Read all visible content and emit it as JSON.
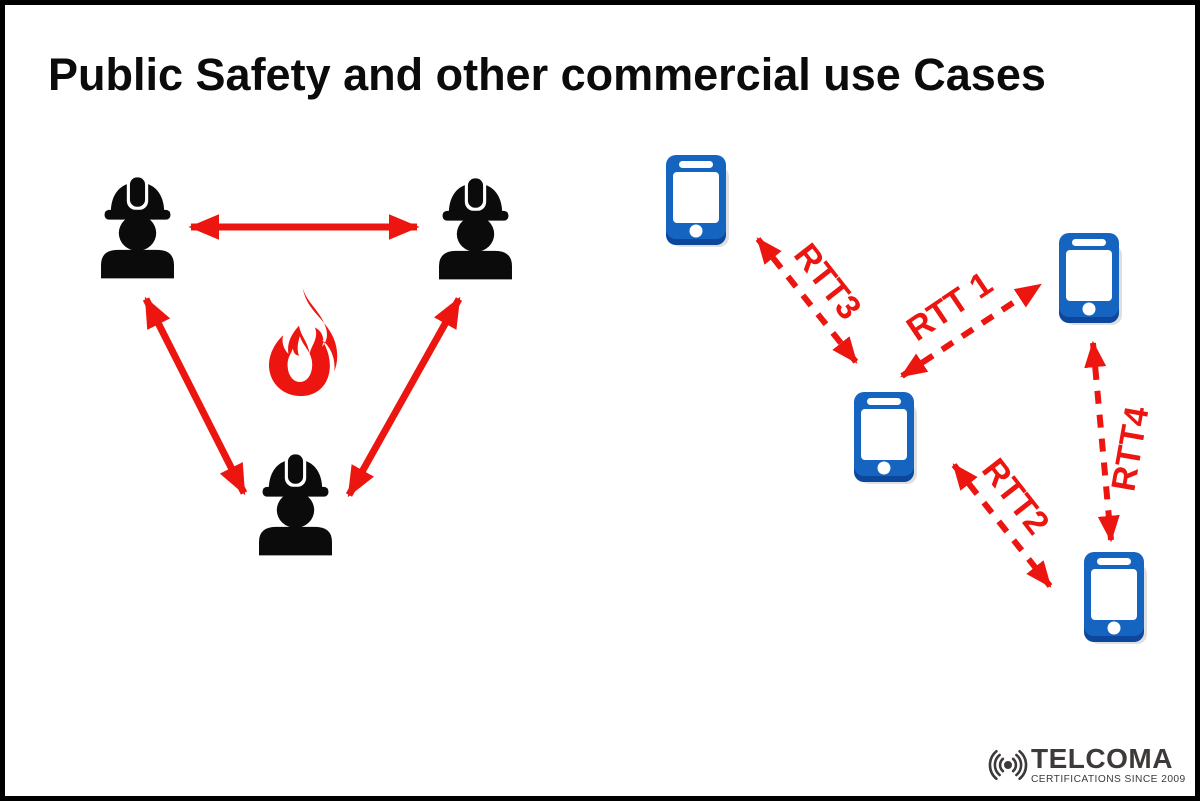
{
  "title": "Public Safety and other commercial use Cases",
  "colors": {
    "accent_red": "#EC150F",
    "phone_blue": "#1565C0",
    "phone_blue_dark": "#0C479C",
    "icon_black": "#0B0B0B",
    "logo_gray": "#3D3A39",
    "background": "#FFFFFF",
    "border_black": "#000000"
  },
  "left_diagram": {
    "node_icons": [
      "firefighter-icon",
      "firefighter-icon",
      "firefighter-icon"
    ],
    "center_icon": "fire-icon"
  },
  "right_diagram": {
    "node_icons": [
      "smartphone-icon",
      "smartphone-icon",
      "smartphone-icon",
      "smartphone-icon"
    ],
    "links": [
      {
        "label": "RTT 1"
      },
      {
        "label": "RTT2"
      },
      {
        "label": "RTT3"
      },
      {
        "label": "RTT4"
      }
    ]
  },
  "logo": {
    "icon": "radio-waves-icon",
    "brand": "TELCOMA",
    "tagline": "CERTIFICATIONS SINCE 2009"
  }
}
